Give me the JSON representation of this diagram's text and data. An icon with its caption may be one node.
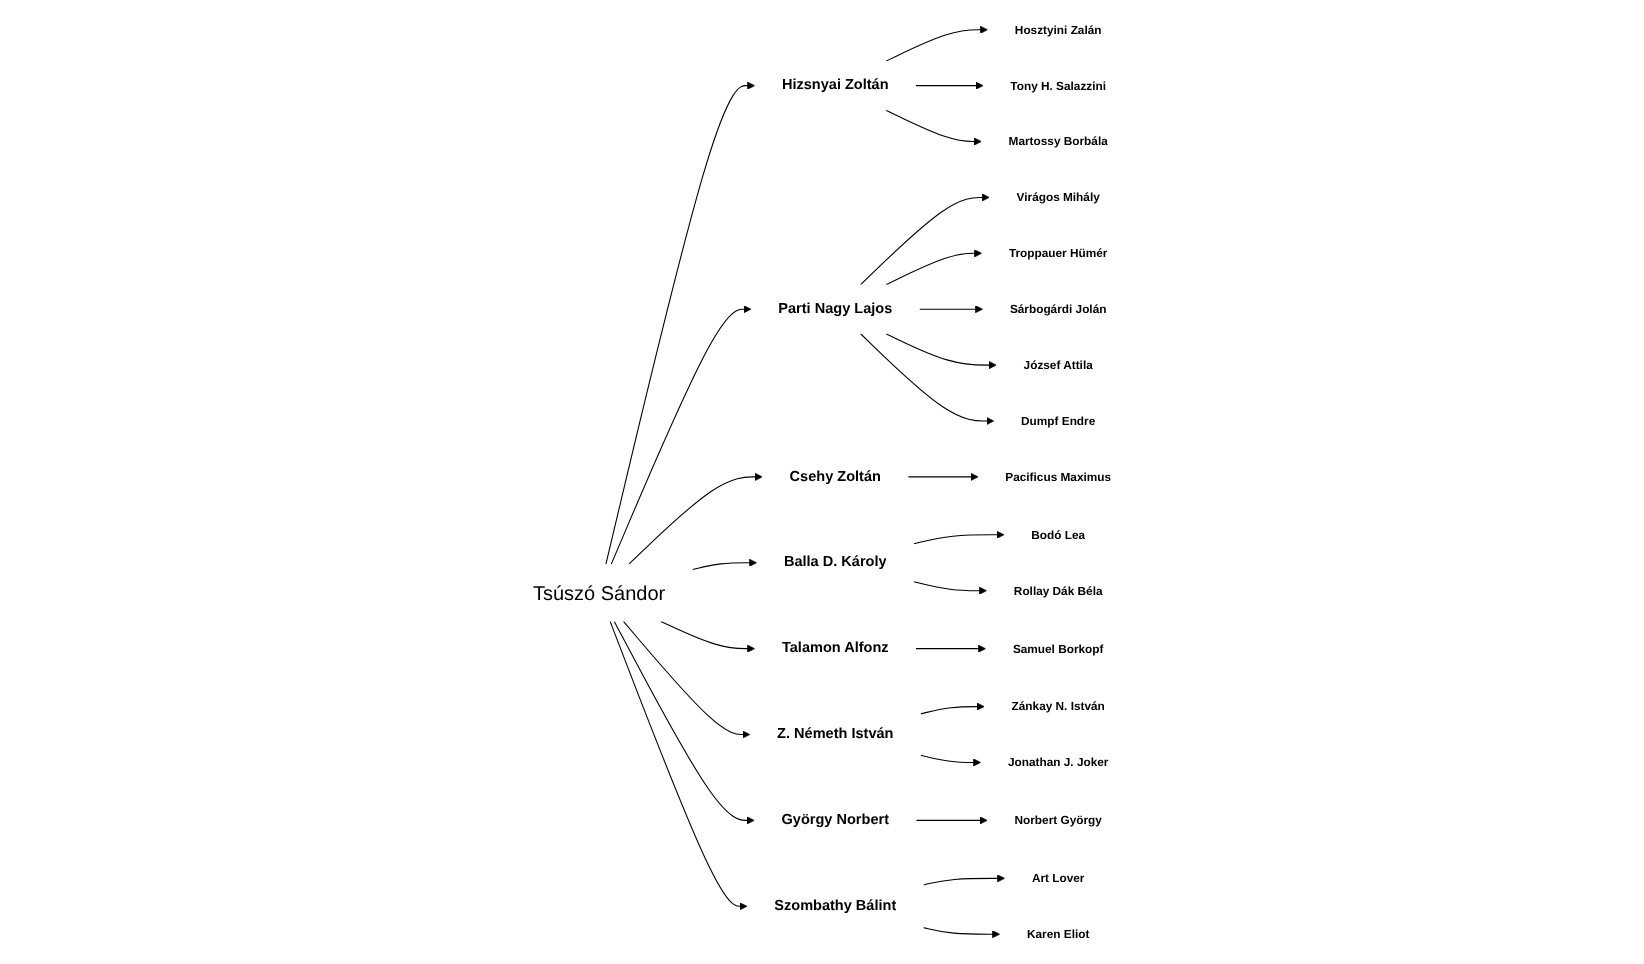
{
  "diagram": {
    "nodes": [
      {
        "text": [
          "Tsúszó Sándor"
        ]
      },
      {
        "text": [
          "Hizsnyai Zoltán"
        ]
      },
      {
        "text": [
          "Parti Nagy Lajos"
        ]
      },
      {
        "text": [
          "Csehy Zoltán"
        ]
      },
      {
        "text": [
          "Balla D. Károly"
        ]
      },
      {
        "text": [
          "Talamon Alfonz"
        ]
      },
      {
        "text": [
          "Z. Németh István"
        ]
      },
      {
        "text": [
          "György Norbert"
        ]
      },
      {
        "text": [
          "Szombathy Bálint"
        ]
      },
      {
        "text": [
          "Hosztyini Zalán"
        ]
      },
      {
        "text": [
          "Tony H. Salazzini"
        ]
      },
      {
        "text": [
          "Martossy Borbála"
        ]
      },
      {
        "text": [
          "Pacificus Maximus"
        ]
      },
      {
        "text": [
          "Virágos Mihály"
        ]
      },
      {
        "text": [
          "Troppauer Hümér"
        ]
      },
      {
        "text": [
          "Sárbogárdi Jolán"
        ]
      },
      {
        "text": [
          "József Attila"
        ]
      },
      {
        "text": [
          "Dumpf Endre"
        ]
      },
      {
        "text": [
          "Bodó Lea"
        ]
      },
      {
        "text": [
          "Rollay Dák Béla"
        ]
      },
      {
        "text": [
          "Samuel Borkopf"
        ]
      },
      {
        "text": [
          "Zánkay N. István"
        ]
      },
      {
        "text": [
          "Jonathan J. Joker"
        ]
      },
      {
        "text": [
          "Norbert György"
        ]
      },
      {
        "text": [
          "Art Lover"
        ]
      },
      {
        "text": [
          "Karen Eliot"
        ]
      }
    ],
    "edges": [
      {
        "from": 0,
        "to": 1,
        "arrow": "to"
      },
      {
        "from": 0,
        "to": 2,
        "arrow": "to"
      },
      {
        "from": 0,
        "to": 3,
        "arrow": "to"
      },
      {
        "from": 0,
        "to": 4,
        "arrow": "to"
      },
      {
        "from": 0,
        "to": 5,
        "arrow": "to"
      },
      {
        "from": 0,
        "to": 6,
        "arrow": "to"
      },
      {
        "from": 0,
        "to": 7,
        "arrow": "to"
      },
      {
        "from": 0,
        "to": 8,
        "arrow": "to"
      },
      {
        "from": 1,
        "to": 9,
        "arrow": "to"
      },
      {
        "from": 1,
        "to": 10,
        "arrow": "to"
      },
      {
        "from": 1,
        "to": 11,
        "arrow": "to"
      },
      {
        "from": 3,
        "to": 12,
        "arrow": "to"
      },
      {
        "from": 2,
        "to": 13,
        "arrow": "to"
      },
      {
        "from": 2,
        "to": 14,
        "arrow": "to"
      },
      {
        "from": 2,
        "to": 15,
        "arrow": "to"
      },
      {
        "from": 2,
        "to": 16,
        "arrow": "to"
      },
      {
        "from": 2,
        "to": 17,
        "arrow": "to"
      },
      {
        "from": 4,
        "to": 18,
        "arrow": "to"
      },
      {
        "from": 4,
        "to": 19,
        "arrow": "to"
      },
      {
        "from": 5,
        "to": 20,
        "arrow": "to"
      },
      {
        "from": 6,
        "to": 21,
        "arrow": "to"
      },
      {
        "from": 6,
        "to": 22,
        "arrow": "to"
      },
      {
        "from": 7,
        "to": 23,
        "arrow": "to"
      },
      {
        "from": 8,
        "to": 24,
        "arrow": "to"
      },
      {
        "from": 8,
        "to": 25,
        "arrow": "to"
      }
    ]
  }
}
